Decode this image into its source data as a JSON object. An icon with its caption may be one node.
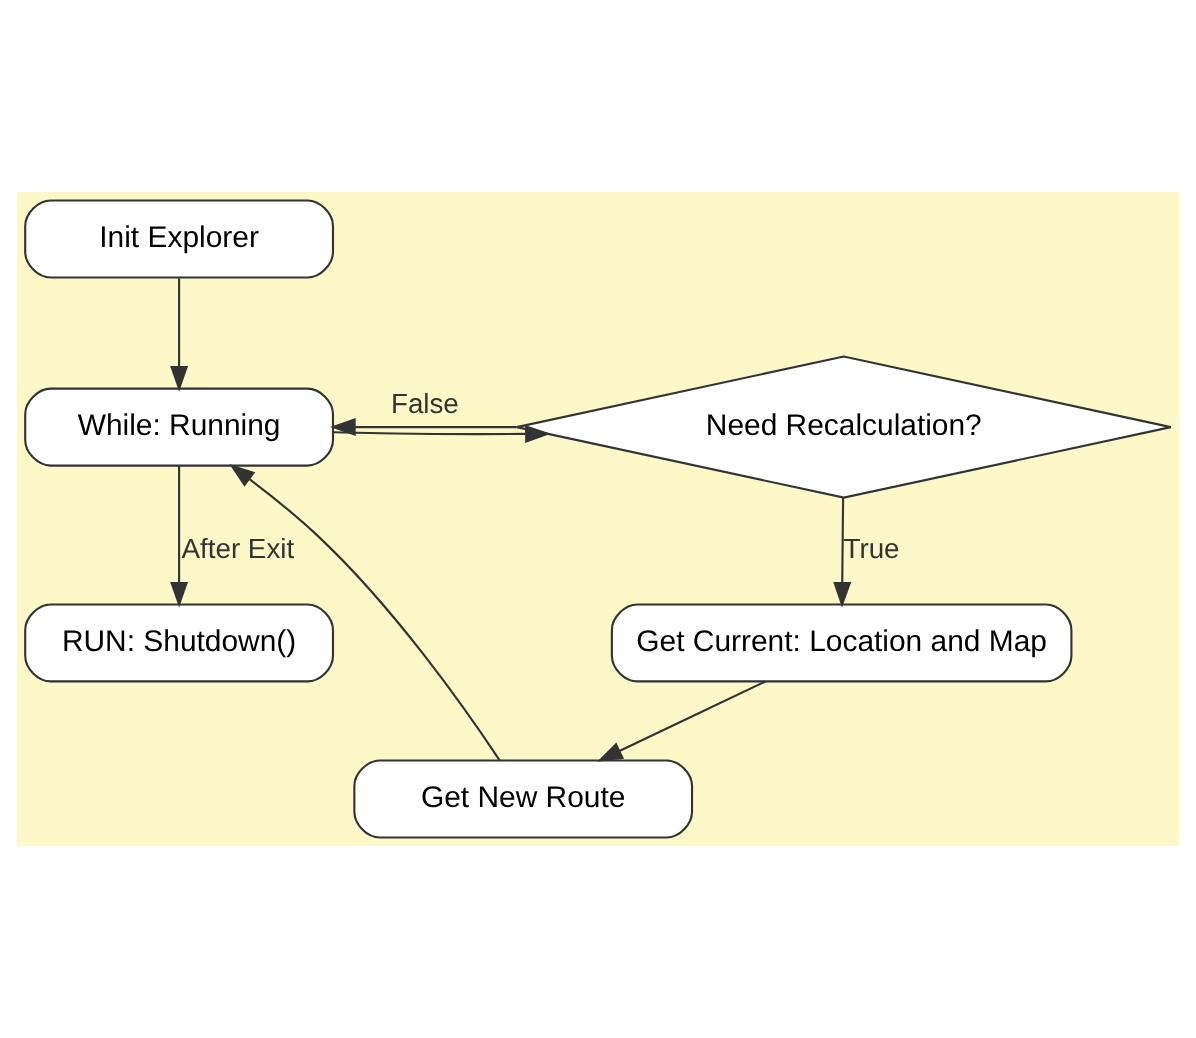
{
  "diagram": {
    "nodes": [
      {
        "text": [
          "Init Explorer"
        ]
      },
      {
        "text": [
          "While: Running"
        ]
      },
      {
        "text": [
          "Need Recalculation?"
        ]
      },
      {
        "text": [
          "RUN: Shutdown()"
        ]
      },
      {
        "text": [
          "Get Current: Location and Map"
        ]
      },
      {
        "text": [
          "Get New Route"
        ]
      }
    ],
    "edges": [
      {
        "from": 0,
        "to": 1,
        "arrow": "to"
      },
      {
        "from": 1,
        "to": 2,
        "arrow": "to"
      },
      {
        "from": 2,
        "to": 1,
        "label": "False",
        "arrow": "to"
      },
      {
        "from": 1,
        "to": 3,
        "label": "After Exit",
        "arrow": "to"
      },
      {
        "from": 2,
        "to": 4,
        "label": "True",
        "arrow": "to"
      },
      {
        "from": 4,
        "to": 5,
        "arrow": "to"
      },
      {
        "from": 5,
        "to": 1,
        "arrow": "to"
      }
    ]
  }
}
